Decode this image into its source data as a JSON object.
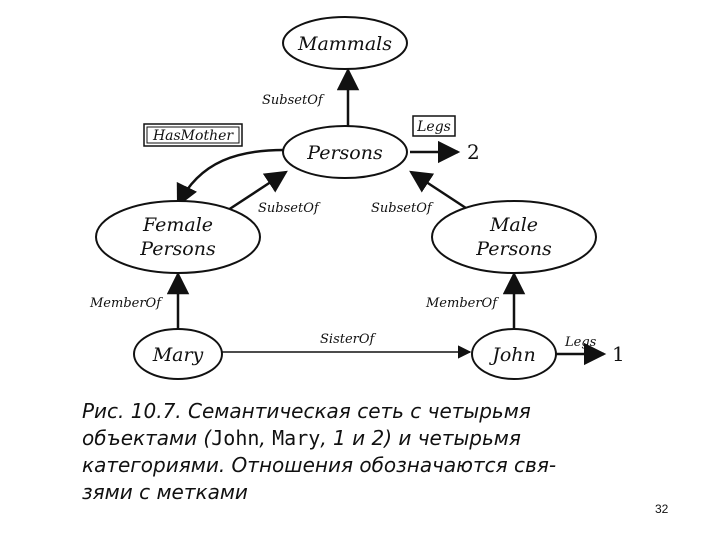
{
  "nodes": {
    "mammals": "Mammals",
    "persons": "Persons",
    "female_line1": "Female",
    "female_line2": "Persons",
    "male_line1": "Male",
    "male_line2": "Persons",
    "mary": "Mary",
    "john": "John"
  },
  "edges": {
    "persons_mammals": "SubsetOf",
    "female_persons": "SubsetOf",
    "male_persons": "SubsetOf",
    "mary_female": "MemberOf",
    "john_male": "MemberOf",
    "mary_john": "SisterOf",
    "john_legs": "Legs",
    "persons_legs": "Legs",
    "has_mother": "HasMother"
  },
  "values": {
    "persons_legs_value": "2",
    "john_legs_value": "1"
  },
  "caption": {
    "line1": "Рис.  10.7.  Семантическая  сеть  с  четырьмя",
    "line2_a": "объектами (",
    "line2_john": "John",
    "line2_b": ", ",
    "line2_mary": "Mary",
    "line2_c": ", 1 и 2) и четырьмя",
    "line3": "категориями.  Отношения  обозначаются  свя-",
    "line4": "зями с метками"
  },
  "page_number": "32"
}
